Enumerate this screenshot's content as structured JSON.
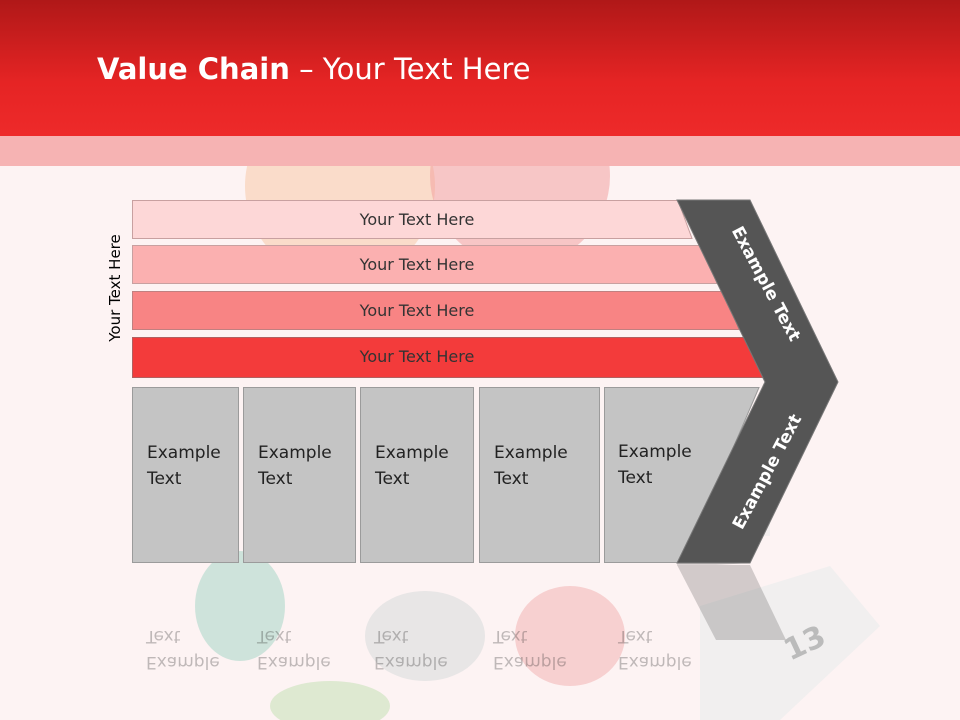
{
  "slide": {
    "title_bold": "Value Chain",
    "title_rest": " – Your Text Here",
    "side_label": "Your Text Here",
    "bars": [
      {
        "label": "Your Text Here",
        "color": "#fdd7d7"
      },
      {
        "label": "Your Text Here",
        "color": "#fbb0b0"
      },
      {
        "label": "Your Text Here",
        "color": "#f88484"
      },
      {
        "label": "Your Text Here",
        "color": "#f33b3b"
      }
    ],
    "columns": [
      {
        "label": "Example\nText"
      },
      {
        "label": "Example\nText"
      },
      {
        "label": "Example\nText"
      },
      {
        "label": "Example\nText"
      },
      {
        "label": "Example\nText"
      }
    ],
    "chevron_top_label": "Example Text",
    "chevron_bottom_label": "Example Text",
    "colors": {
      "header": "#e52424",
      "chevron": "#555555",
      "columns": "#c4c4c4"
    }
  }
}
